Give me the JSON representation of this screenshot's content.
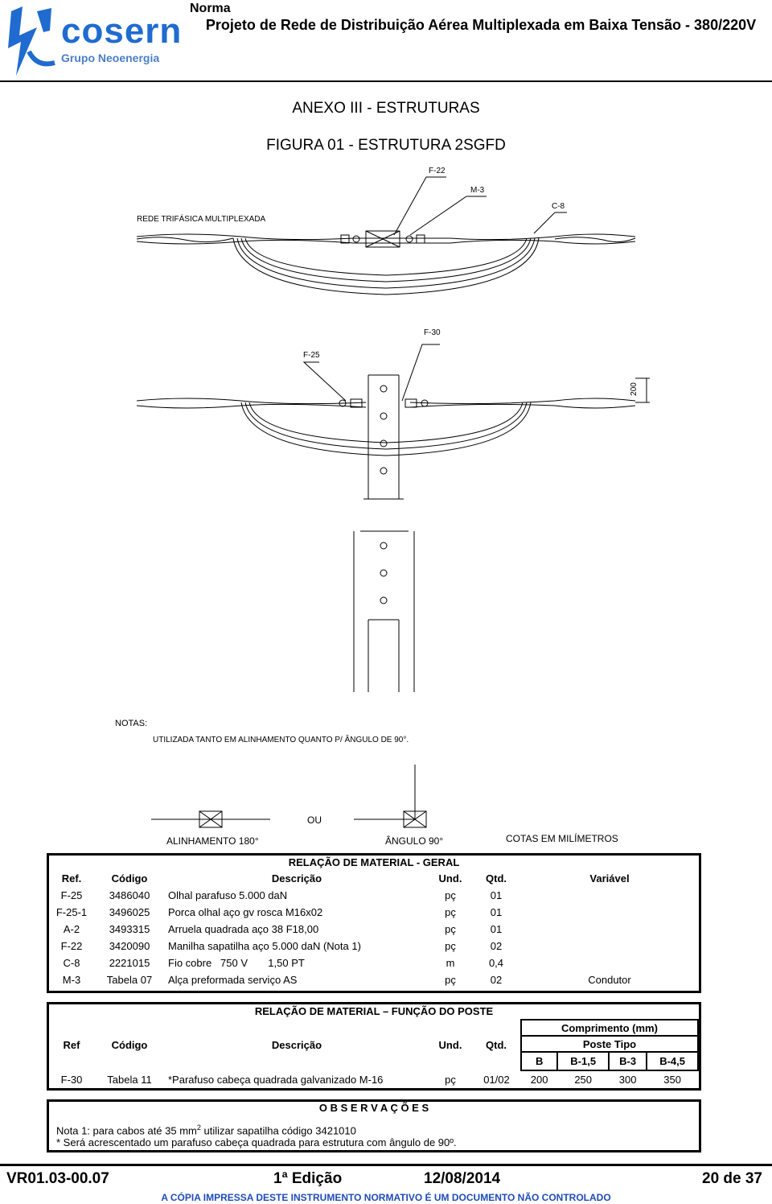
{
  "header": {
    "logo_brand": "cosern",
    "logo_sub": "Grupo Neoenergia",
    "norma": "Norma",
    "title": "Projeto de Rede de Distribuição Aérea Multiplexada em Baixa Tensão - 380/220V"
  },
  "annex_title": "ANEXO III - ESTRUTURAS",
  "figure_title": "FIGURA 01 - ESTRUTURA 2SGFD",
  "drawing": {
    "label_f22": "F-22",
    "label_m3": "M-3",
    "label_c8": "C-8",
    "label_rede": "REDE TRIFÁSICA MULTIPLEXADA",
    "label_f30": "F-30",
    "label_f25": "F-25",
    "dim_200": "200",
    "notas": "NOTAS:",
    "nota_text": "UTILIZADA TANTO EM ALINHAMENTO QUANTO P/ ÂNGULO DE 90°.",
    "ou": "OU",
    "alinhamento": "ALINHAMENTO 180°",
    "angulo": "ÂNGULO 90°",
    "cotas": "COTAS EM MILÍMETROS"
  },
  "table_geral": {
    "title": "RELAÇÃO DE MATERIAL - GERAL",
    "headers": {
      "ref": "Ref.",
      "codigo": "Código",
      "descricao": "Descrição",
      "und": "Und.",
      "qtd": "Qtd.",
      "variavel": "Variável"
    },
    "rows": [
      {
        "ref": "F-25",
        "codigo": "3486040",
        "descricao": "Olhal parafuso 5.000 daN",
        "und": "pç",
        "qtd": "01",
        "variavel": ""
      },
      {
        "ref": "F-25-1",
        "codigo": "3496025",
        "descricao": "Porca olhal aço gv rosca M16x02",
        "und": "pç",
        "qtd": "01",
        "variavel": ""
      },
      {
        "ref": "A-2",
        "codigo": "3493315",
        "descricao": "Arruela quadrada aço 38 F18,00",
        "und": "pç",
        "qtd": "01",
        "variavel": ""
      },
      {
        "ref": "F-22",
        "codigo": "3420090",
        "descricao": "Manilha sapatilha aço 5.000 daN (Nota 1)",
        "und": "pç",
        "qtd": "02",
        "variavel": ""
      },
      {
        "ref": "C-8",
        "codigo": "2221015",
        "descricao": "Fio cobre   750 V       1,50 PT",
        "und": "m",
        "qtd": "0,4",
        "variavel": ""
      },
      {
        "ref": "M-3",
        "codigo": "Tabela 07",
        "descricao": "Alça preformada serviço AS",
        "und": "pç",
        "qtd": "02",
        "variavel": "Condutor"
      }
    ]
  },
  "table_poste": {
    "title": "RELAÇÃO DE MATERIAL – FUNÇÃO DO POSTE",
    "headers": {
      "ref": "Ref",
      "codigo": "Código",
      "descricao": "Descrição",
      "und": "Und.",
      "qtd": "Qtd.",
      "comprimento": "Comprimento (mm)",
      "poste_tipo": "Poste Tipo",
      "tipos": [
        "B",
        "B-1,5",
        "B-3",
        "B-4,5"
      ]
    },
    "row": {
      "ref": "F-30",
      "codigo": "Tabela 11",
      "descricao": "*Parafuso cabeça quadrada galvanizado M-16",
      "und": "pç",
      "qtd": "01/02",
      "valores": [
        "200",
        "250",
        "300",
        "350"
      ]
    }
  },
  "observacoes": {
    "title": "O B S E R V A Ç Õ E S",
    "nota1_a": "Nota 1: para cabos até 35 mm",
    "nota1_sup": "2",
    "nota1_b": " utilizar sapatilha código 3421010",
    "nota2": "* Será acrescentado um parafuso cabeça quadrada para estrutura com ângulo de 90º."
  },
  "footer": {
    "code": "VR01.03-00.07",
    "edicao": "1ª Edição",
    "data": "12/08/2014",
    "pagina": "20 de 37",
    "aviso": "A CÓPIA IMPRESSA DESTE INSTRUMENTO NORMATIVO É UM DOCUMENTO NÃO CONTROLADO"
  }
}
